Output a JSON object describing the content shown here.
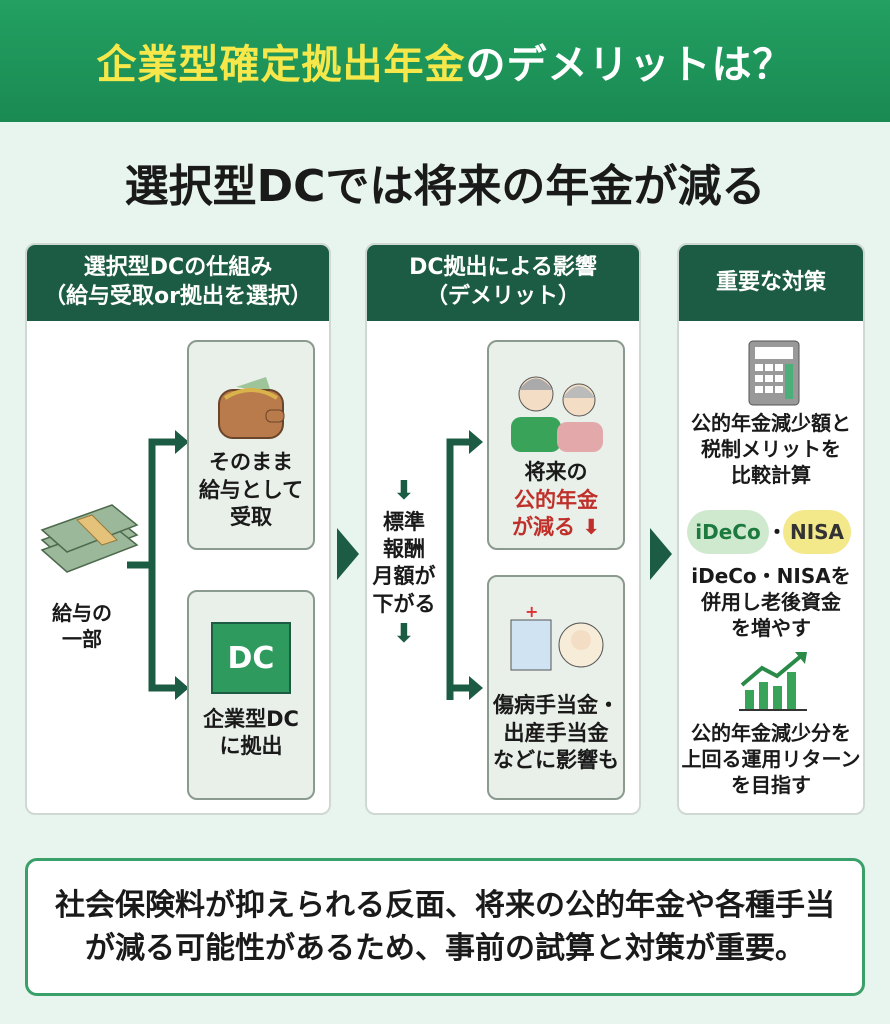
{
  "title": {
    "highlight": "企業型確定拠出年金",
    "rest": "のデメリットは？"
  },
  "subtitle": "選択型DCでは将来の年金が減る",
  "col1": {
    "header1": "選択型DCの仕組み",
    "header2": "（給与受取or拠出を選択）",
    "source": [
      "給与の",
      "一部"
    ],
    "card_top": [
      "そのまま",
      "給与として",
      "受取"
    ],
    "dc_icon": "DC",
    "card_bottom": [
      "企業型DC",
      "に拠出"
    ]
  },
  "col2": {
    "header1": "DC拠出による影響",
    "header2": "（デメリット）",
    "middle": [
      "標準",
      "報酬",
      "月額が",
      "下がる"
    ],
    "card_top": [
      "将来の",
      "公的年金",
      "が減る"
    ],
    "card_bottom": [
      "傷病手当金・",
      "出産手当金",
      "などに影響も"
    ]
  },
  "col3": {
    "header": "重要な対策",
    "item1": [
      "公的年金減少額と",
      "税制メリットを",
      "比較計算"
    ],
    "badge_ideco": "iDeCo",
    "dot": "・",
    "badge_nisa": "NISA",
    "item2": [
      "iDeCo・NISAを",
      "併用し老後資金",
      "を増やす"
    ],
    "item3": [
      "公的年金減少分を",
      "上回る運用リターン",
      "を目指す"
    ]
  },
  "summary": [
    "社会保険料が抑えられる反面、将来の公的年金や各種手当",
    "が減る可能性があるため、事前の試算と対策が重要。"
  ],
  "colors": {
    "banner": "#1f9a5c",
    "header": "#1d5c44",
    "accent": "#f6e84a",
    "red": "#c0302a"
  }
}
